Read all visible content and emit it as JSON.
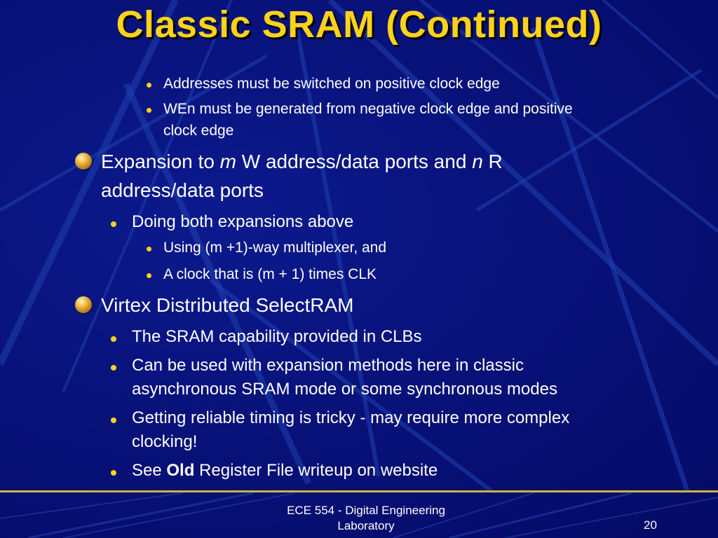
{
  "title": "Classic SRAM (Continued)",
  "bullets": {
    "b1": "Addresses must be switched on positive clock edge",
    "b2_line1": "WEn must be generated from negative clock edge and positive",
    "b2_line2": "clock edge",
    "b3_pre": "Expansion to ",
    "b3_m": "m",
    "b3_mid": " W address/data ports and ",
    "b3_n": "n",
    "b3_post": " R",
    "b3_line2": "address/data ports",
    "b4": "Doing both expansions above",
    "b5": "Using (m +1)-way multiplexer, and",
    "b6": "A clock that is (m + 1) times CLK",
    "b7": "Virtex Distributed SelectRAM",
    "b8": "The SRAM capability provided in CLBs",
    "b9_line1": "Can be used with expansion methods here in classic",
    "b9_line2": "asynchronous SRAM mode or some synchronous modes",
    "b10_line1": "Getting reliable timing is tricky - may require more complex",
    "b10_line2": "clocking!",
    "b11_pre": "See ",
    "b11_bold": "Old",
    "b11_post": " Register File writeup on website"
  },
  "footer": {
    "line1": "ECE 554 - Digital Engineering",
    "line2": "Laboratory",
    "page": "20"
  },
  "colors": {
    "background": "#050a6e",
    "title": "#ffd21a",
    "text": "#ffffff",
    "bullet": "#ffd21a",
    "footer_rule": "#c9b83a"
  }
}
